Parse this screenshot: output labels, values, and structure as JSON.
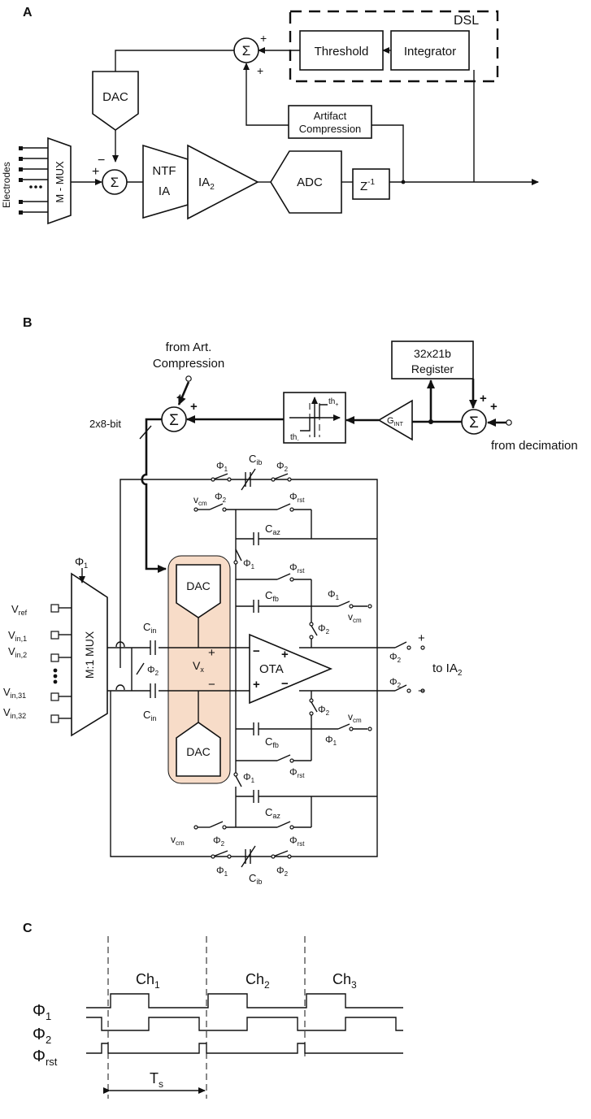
{
  "panel_a": {
    "label": "A",
    "dsl": "DSL",
    "threshold": "Threshold",
    "integrator": "Integrator",
    "sum_top": "Σ",
    "plus": "+",
    "minus": "−",
    "dac": "DAC",
    "artifact_1": "Artifact",
    "artifact_2": "Compression",
    "electrodes": "Electrodes",
    "mux": "M - MUX",
    "sum_in": "Σ",
    "ntf_1": "NTF",
    "ntf_2": "IA",
    "ia2": "IA",
    "ia2_sub": "2",
    "adc": "ADC",
    "z": "Z",
    "z_sup": "-1"
  },
  "panel_b": {
    "label": "B",
    "from_art_1": "from Art.",
    "from_art_2": "Compression",
    "register_1": "32x21b",
    "register_2": "Register",
    "bits": "2x8-bit",
    "sum": "Σ",
    "gint": "G",
    "gint_sub": "INT",
    "from_decimation": "from decimation",
    "th_plus": "th",
    "th_plus_sub": "+",
    "th_minus": "th",
    "th_minus_sub": "-",
    "phi": "Φ",
    "s1": "1",
    "s2": "2",
    "srst": "rst",
    "vcm": "v",
    "vcm_sub": "cm",
    "cib": "C",
    "cib_sub": "ib",
    "caz": "C",
    "caz_sub": "az",
    "cfb": "C",
    "cfb_sub": "fb",
    "cin": "C",
    "cin_sub": "in",
    "dac": "DAC",
    "vx": "V",
    "vx_sub": "x",
    "ota": "OTA",
    "mux": "M:1 MUX",
    "vref": "V",
    "vref_sub": "ref",
    "vin1_sub": "in,1",
    "vin2_sub": "in,2",
    "vin31_sub": "in,31",
    "vin32_sub": "in,32",
    "to_ia": "to IA",
    "to_ia_sub": "2",
    "plus": "+",
    "minus": "−"
  },
  "panel_c": {
    "label": "C",
    "ch": "Ch",
    "ch1": "1",
    "ch2": "2",
    "ch3": "3",
    "phi": "Φ",
    "p1": "1",
    "p2": "2",
    "prst": "rst",
    "ts": "T",
    "ts_sub": "s"
  }
}
